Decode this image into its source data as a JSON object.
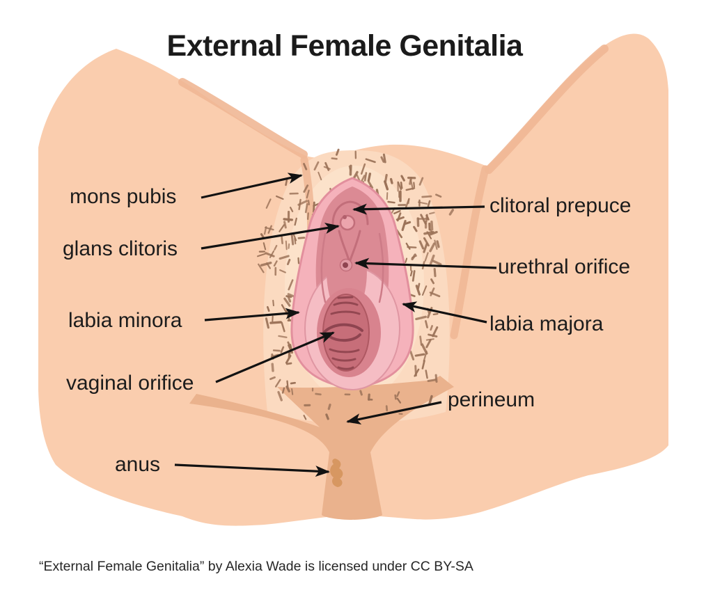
{
  "diagram": {
    "title": "External Female Genitalia",
    "attribution": "“External Female Genitalia” by Alexia Wade is licensed under CC BY-SA"
  },
  "labels": {
    "mons_pubis": "mons pubis",
    "glans_clitoris": "glans clitoris",
    "labia_minora": "labia minora",
    "vaginal_orifice": "vaginal orifice",
    "anus": "anus",
    "clitoral_prepuce": "clitoral prepuce",
    "urethral_orifice": "urethral orifice",
    "labia_majora": "labia majora",
    "perineum": "perineum"
  },
  "colors": {
    "background": "#FFFFFF",
    "skin": "#FACDAE",
    "skin_halo": "#FBDAC0",
    "skin_halo_light": "#FCE2CA",
    "crease_tan": "#EFB795",
    "cleft_tan": "#EAB28D",
    "anus_tan": "#D6965F",
    "hair_brown": "#9B7258",
    "labia_pink": "#F5B2BB",
    "labia_edge_pink": "#E28F9D",
    "mauve_pink": "#DB8A94",
    "inner_ring_pink": "#F5BDC4",
    "vestibule_pink": "#D8838E",
    "opening_red": "#C76E79",
    "rugae_red": "#97playholder",
    "text": "#1C1C1C",
    "arrow": "#121212"
  }
}
